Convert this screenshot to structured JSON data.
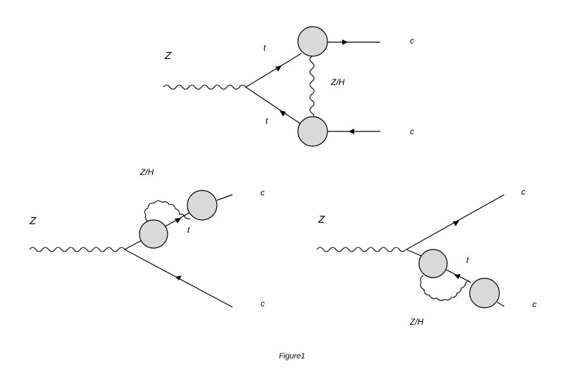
{
  "figure": {
    "caption": "Figure1"
  },
  "diagram_top": {
    "incoming_boson": "Z",
    "top_upper_label": "t",
    "top_lower_label": "t",
    "exchange_label": "Z/H",
    "out_upper_label": "c",
    "out_lower_label": "c"
  },
  "diagram_left": {
    "incoming_boson": "Z",
    "loop_label": "Z/H",
    "internal_label": "t",
    "out_upper_label": "c",
    "out_lower_label": "c"
  },
  "diagram_right": {
    "incoming_boson": "Z",
    "internal_label": "t",
    "loop_label": "Z/H",
    "out_upper_label": "c",
    "out_lower_label": "c"
  }
}
